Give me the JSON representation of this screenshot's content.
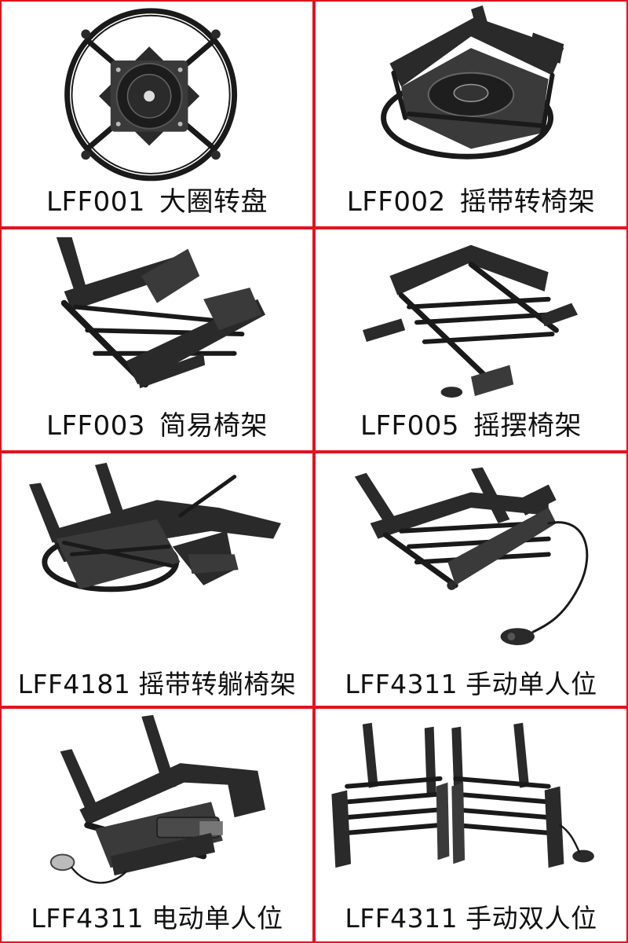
{
  "products": [
    {
      "code": "LFF001",
      "name": "大圈转盘",
      "icon": "swivel-ring-plate"
    },
    {
      "code": "LFF002",
      "name": "摇带转椅架",
      "icon": "rocker-swivel-frame"
    },
    {
      "code": "LFF003",
      "name": "简易椅架",
      "icon": "simple-chair-frame"
    },
    {
      "code": "LFF005",
      "name": "摇摆椅架",
      "icon": "glider-chair-frame"
    },
    {
      "code": "LFF4181",
      "name": "摇带转躺椅架",
      "icon": "rocker-swivel-recliner-frame"
    },
    {
      "code": "LFF4311",
      "name": "手动单人位",
      "icon": "manual-single-recliner"
    },
    {
      "code": "LFF4311",
      "name": "电动单人位",
      "icon": "power-single-recliner"
    },
    {
      "code": "LFF4311",
      "name": "手动双人位",
      "icon": "manual-double-recliner"
    }
  ],
  "colors": {
    "border": "#e0141e",
    "text": "#111111",
    "metal": "#1a1a1a"
  }
}
